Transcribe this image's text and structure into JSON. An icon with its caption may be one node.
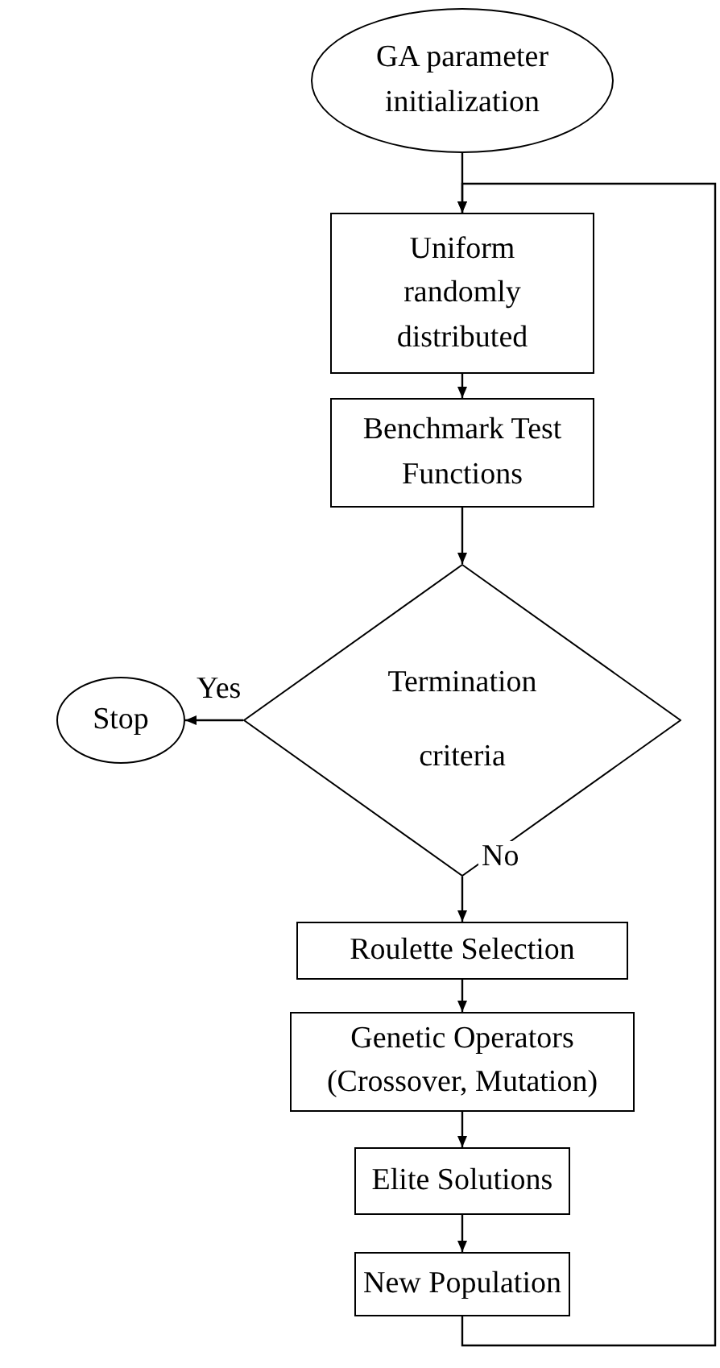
{
  "diagram": {
    "nodes": [
      {
        "text": [
          "GA parameter initialization"
        ]
      },
      {
        "text": [
          "Uniform randomly distributed"
        ]
      },
      {
        "text": [
          "Benchmark Test Functions"
        ]
      },
      {
        "text": [
          "Termination criteria"
        ]
      },
      {
        "text": [
          "Stop"
        ]
      },
      {
        "text": [
          "Roulette Selection"
        ]
      },
      {
        "text": [
          "Genetic Operators (Crossover, Mutation)"
        ]
      },
      {
        "text": [
          "Elite Solutions"
        ]
      },
      {
        "text": [
          "New Population"
        ]
      }
    ],
    "edges": [
      {
        "from": 0,
        "to": 1,
        "arrow": "to"
      },
      {
        "from": 1,
        "to": 2,
        "arrow": "to"
      },
      {
        "from": 2,
        "to": 3,
        "arrow": "to"
      },
      {
        "from": 3,
        "to": 4,
        "arrow": "to",
        "label": "Yes"
      },
      {
        "from": 3,
        "to": 5,
        "arrow": "to",
        "label": "No"
      },
      {
        "from": 5,
        "to": 6,
        "arrow": "to"
      },
      {
        "from": 6,
        "to": 7,
        "arrow": "to"
      },
      {
        "from": 7,
        "to": 8,
        "arrow": "to"
      },
      {
        "from": 8,
        "to": 1,
        "arrow": "to"
      }
    ]
  }
}
